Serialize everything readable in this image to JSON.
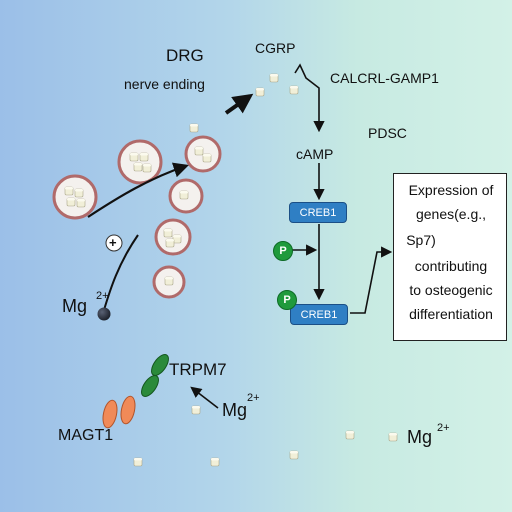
{
  "labels": {
    "drg": "DRG",
    "nerve_ending": "nerve ending",
    "cgrp": "CGRP",
    "calcrl": "CALCRL-GAMP1",
    "pdsc": "PDSC",
    "camp": "cAMP",
    "creb1": "CREB1",
    "phospho": "P",
    "plus": "+",
    "mg": "Mg",
    "mg_charge": "2+",
    "trpm7": "TRPM7",
    "magt1": "MAGT1"
  },
  "outcome_box": {
    "lines": [
      "Expression of",
      "genes(e.g.,",
      "Sp7)",
      "contributing",
      "to osteogenic",
      "differentiation"
    ]
  },
  "colors": {
    "bg_left": "#9fc3ea",
    "bg_right": "#cdeee3",
    "vesicle_ring": "#b06a6a",
    "creb_fill": "#2f7fc4",
    "phospho_fill": "#1f9a3c",
    "trpm7_fill": "#2a8a3a",
    "magt1_fill": "#f08a58"
  }
}
